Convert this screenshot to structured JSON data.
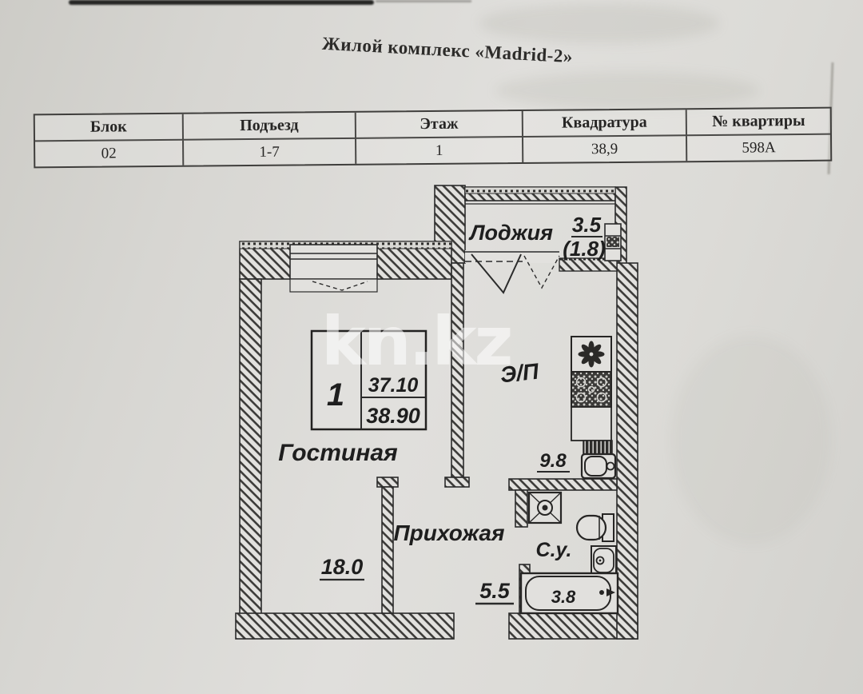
{
  "document": {
    "title": "Жилой комплекс «Madrid-2»",
    "watermark": "kn.kz"
  },
  "info_table": {
    "headers": [
      "Блок",
      "Подъезд",
      "Этаж",
      "Квадратура",
      "№ квартиры"
    ],
    "values": [
      "02",
      "1-7",
      "1",
      "38,9",
      "598А"
    ]
  },
  "floor_plan": {
    "stamp": {
      "rooms_count": "1",
      "living_area": "37.10",
      "total_area": "38.90"
    },
    "loggia": {
      "name": "Лоджия",
      "area": "3.5",
      "area_coef": "(1.8)"
    },
    "living_room": {
      "name": "Гостиная",
      "area": "18.0"
    },
    "hallway": {
      "name": "Прихожая",
      "area": "5.5"
    },
    "bathroom": {
      "name": "С.у.",
      "area": "3.8"
    },
    "kitchen": {
      "stove_mark": "Э/П",
      "area": "9.8"
    }
  }
}
